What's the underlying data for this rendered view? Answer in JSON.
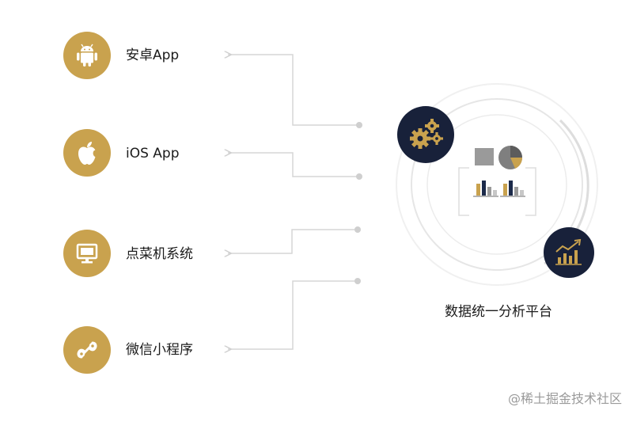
{
  "sources": [
    {
      "label": "安卓App",
      "icon": "android-icon"
    },
    {
      "label": "iOS App",
      "icon": "apple-icon"
    },
    {
      "label": "点菜机系统",
      "icon": "monitor-icon"
    },
    {
      "label": "微信小程序",
      "icon": "mini-program-icon"
    }
  ],
  "hub": {
    "label": "数据统一分析平台",
    "badges": [
      "gears-icon",
      "growth-chart-icon"
    ],
    "center_icons": [
      "square-icon",
      "pie-chart-icon",
      "bar-chart-icon"
    ]
  },
  "watermark": "@稀土掘金技术社区",
  "colors": {
    "gold": "#c9a24e",
    "navy": "#18213a",
    "line": "#d6d6d6"
  }
}
